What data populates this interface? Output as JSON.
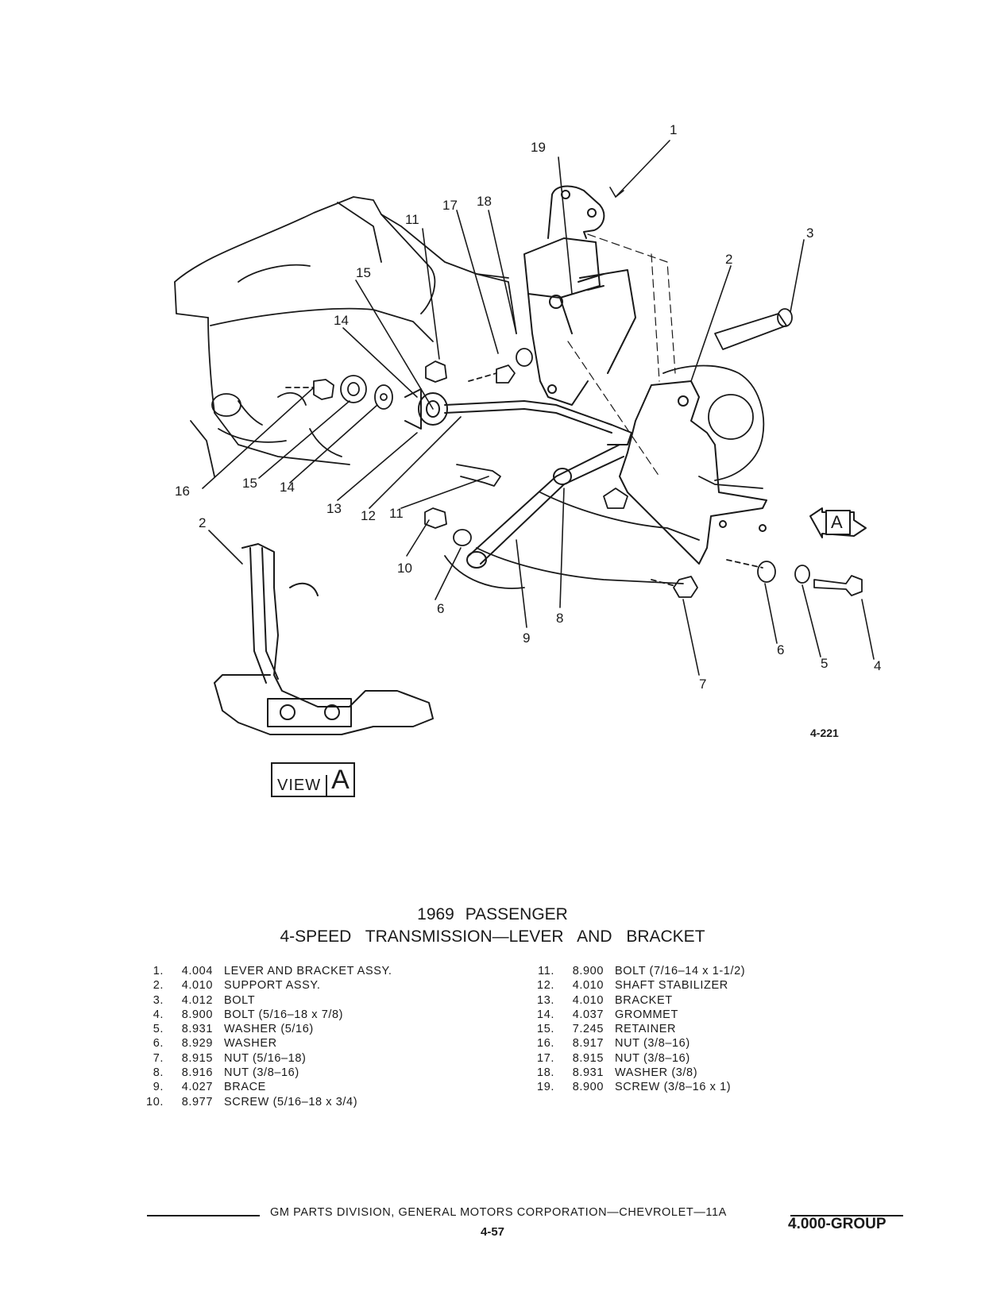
{
  "diagram": {
    "callouts": [
      "1",
      "2",
      "3",
      "4",
      "5",
      "6",
      "7",
      "8",
      "9",
      "10",
      "11",
      "12",
      "13",
      "14",
      "15",
      "16",
      "17",
      "18",
      "19"
    ],
    "figure_code": "4-221",
    "view_label": {
      "word": "VIEW",
      "letter": "A"
    },
    "view_marker_letter": "A"
  },
  "title": {
    "line1": "1969 PASSENGER",
    "line2": "4-SPEED TRANSMISSION—LEVER AND BRACKET"
  },
  "parts_left": [
    {
      "num": "1.",
      "code": "4.004",
      "desc": "LEVER AND BRACKET ASSY."
    },
    {
      "num": "2.",
      "code": "4.010",
      "desc": "SUPPORT ASSY."
    },
    {
      "num": "3.",
      "code": "4.012",
      "desc": "BOLT"
    },
    {
      "num": "4.",
      "code": "8.900",
      "desc": "BOLT (5/16–18 x 7/8)"
    },
    {
      "num": "5.",
      "code": "8.931",
      "desc": "WASHER (5/16)"
    },
    {
      "num": "6.",
      "code": "8.929",
      "desc": "WASHER"
    },
    {
      "num": "7.",
      "code": "8.915",
      "desc": "NUT (5/16–18)"
    },
    {
      "num": "8.",
      "code": "8.916",
      "desc": "NUT (3/8–16)"
    },
    {
      "num": "9.",
      "code": "4.027",
      "desc": "BRACE"
    },
    {
      "num": "10.",
      "code": "8.977",
      "desc": "SCREW (5/16–18 x 3/4)"
    }
  ],
  "parts_right": [
    {
      "num": "11.",
      "code": "8.900",
      "desc": "BOLT (7/16–14 x 1-1/2)"
    },
    {
      "num": "12.",
      "code": "4.010",
      "desc": "SHAFT STABILIZER"
    },
    {
      "num": "13.",
      "code": "4.010",
      "desc": "BRACKET"
    },
    {
      "num": "14.",
      "code": "4.037",
      "desc": "GROMMET"
    },
    {
      "num": "15.",
      "code": "7.245",
      "desc": "RETAINER"
    },
    {
      "num": "16.",
      "code": "8.917",
      "desc": "NUT (3/8–16)"
    },
    {
      "num": "17.",
      "code": "8.915",
      "desc": "NUT (3/8–16)"
    },
    {
      "num": "18.",
      "code": "8.931",
      "desc": "WASHER (3/8)"
    },
    {
      "num": "19.",
      "code": "8.900",
      "desc": "SCREW (3/8–16 x 1)"
    }
  ],
  "footer": {
    "text": "GM PARTS DIVISION, GENERAL MOTORS CORPORATION—CHEVROLET—11A",
    "page": "4-57",
    "group": "4.000-GROUP"
  }
}
